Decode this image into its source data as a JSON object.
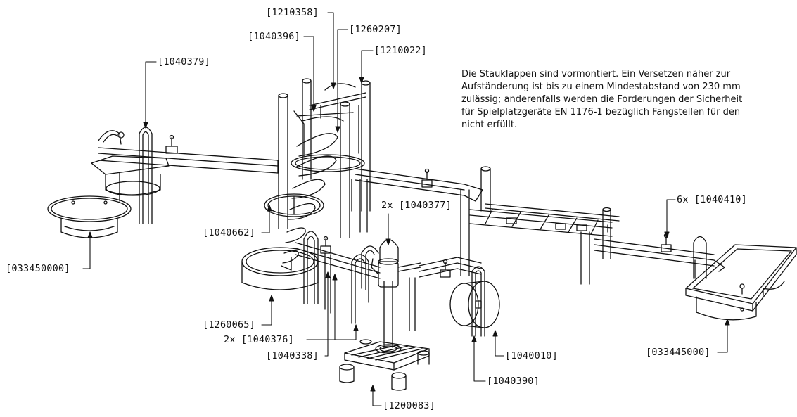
{
  "note": {
    "lines": [
      "Die Stauklappen sind vormontiert. Ein Versetzen näher zur",
      "Aufständerung ist bis zu einem Mindestabstand von 230 mm",
      "zulässig; anderenfalls werden die Forderungen der Sicherheit",
      "für Spielplatzgeräte EN 1176-1 bezüglich Fangstellen für den",
      "nicht erfüllt."
    ]
  },
  "labels": {
    "p1210358": "[1210358]",
    "p1040396": "[1040396]",
    "p1260207": "[1260207]",
    "p1210022": "[1210022]",
    "p1040379": "[1040379]",
    "p1040377": "2x [1040377]",
    "p1040410": "6x [1040410]",
    "p1040662": "[1040662]",
    "p033450000": "[033450000]",
    "p1260065": "[1260065]",
    "p1040376": "2x [1040376]",
    "p1040338": "[1040338]",
    "p1040010": "[1040010]",
    "p1040390": "[1040390]",
    "p033445000": "[033445000]",
    "p1200083": "[1200083]"
  }
}
